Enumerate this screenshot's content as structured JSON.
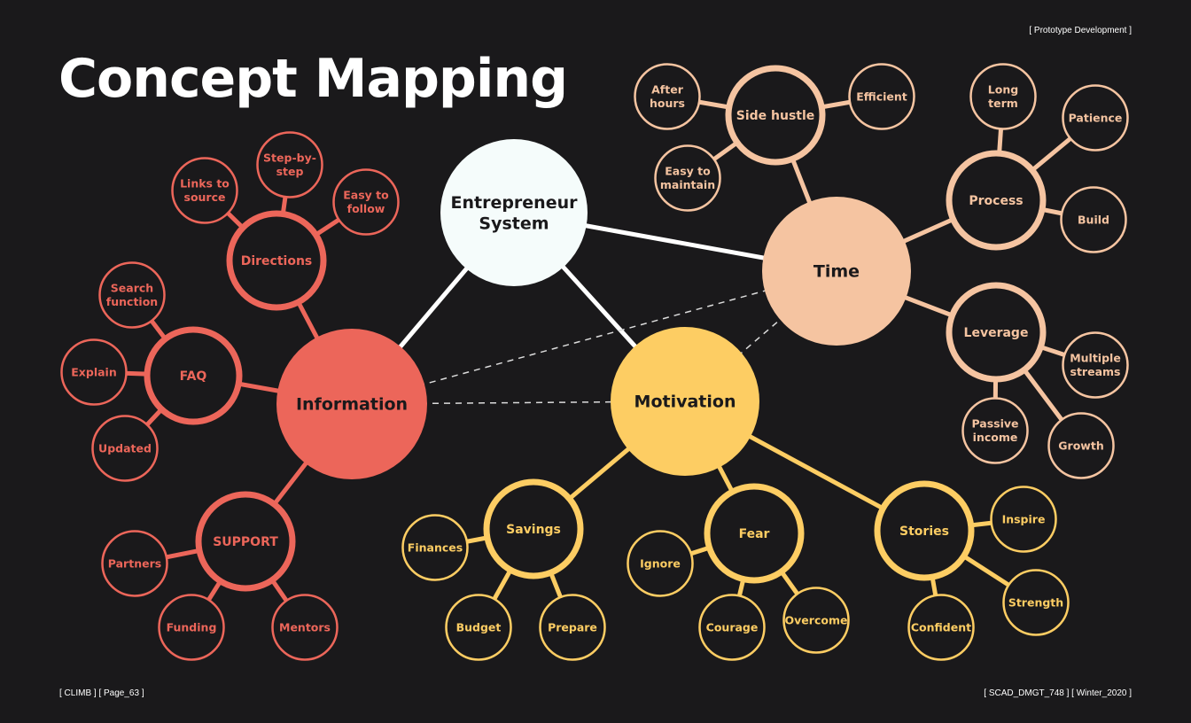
{
  "header": {
    "title": "Concept Mapping",
    "top_right": "[ Prototype Development ]"
  },
  "footer": {
    "left": "[ CLIMB ] [ Page_63 ]",
    "right": "[ SCAD_DMGT_748 ] [ Winter_2020 ]"
  },
  "colors": {
    "background": "#1a191b",
    "center": "#f5fcfb",
    "information": "#ec665a",
    "motivation": "#fdcd63",
    "time": "#f5c4a1"
  },
  "nodes": {
    "entrepreneur": "Entrepreneur System",
    "information": "Information",
    "motivation": "Motivation",
    "time": "Time",
    "directions": "Directions",
    "faq": "FAQ",
    "support": "SUPPORT",
    "links": "Links to source",
    "stepbystep": "Step-by- step",
    "easyfollow": "Easy to follow",
    "search": "Search function",
    "explain": "Explain",
    "updated": "Updated",
    "partners": "Partners",
    "funding": "Funding",
    "mentors": "Mentors",
    "savings": "Savings",
    "fear": "Fear",
    "stories": "Stories",
    "finances": "Finances",
    "budget": "Budget",
    "prepare": "Prepare",
    "ignore": "Ignore",
    "courage": "Courage",
    "overcome": "Overcome",
    "inspire": "Inspire",
    "strength": "Strength",
    "confident": "Confident",
    "sidehustle": "Side hustle",
    "process": "Process",
    "leverage": "Leverage",
    "afterhours": "After hours",
    "efficient": "Efficient",
    "easymaintain": "Easy to maintain",
    "longterm": "Long term",
    "patience": "Patience",
    "build": "Build",
    "multiple": "Multiple streams",
    "passive": "Passive income",
    "growth": "Growth"
  }
}
